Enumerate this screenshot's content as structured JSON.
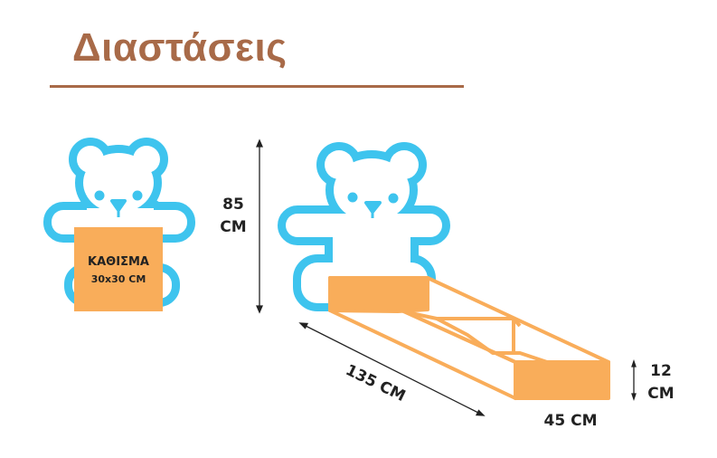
{
  "title": "Διαστάσεις",
  "seat": {
    "label": "ΚΑΘΙΣΜΑ",
    "size": "30x30 CM"
  },
  "dimensions": {
    "height": {
      "value": "85",
      "unit": "CM"
    },
    "length": "135 CM",
    "width": "45 CM",
    "depth": {
      "value": "12",
      "unit": "CM"
    }
  },
  "colors": {
    "bear": "#3ec4ee",
    "box": "#f9ad5a",
    "title": "#a86a48"
  }
}
